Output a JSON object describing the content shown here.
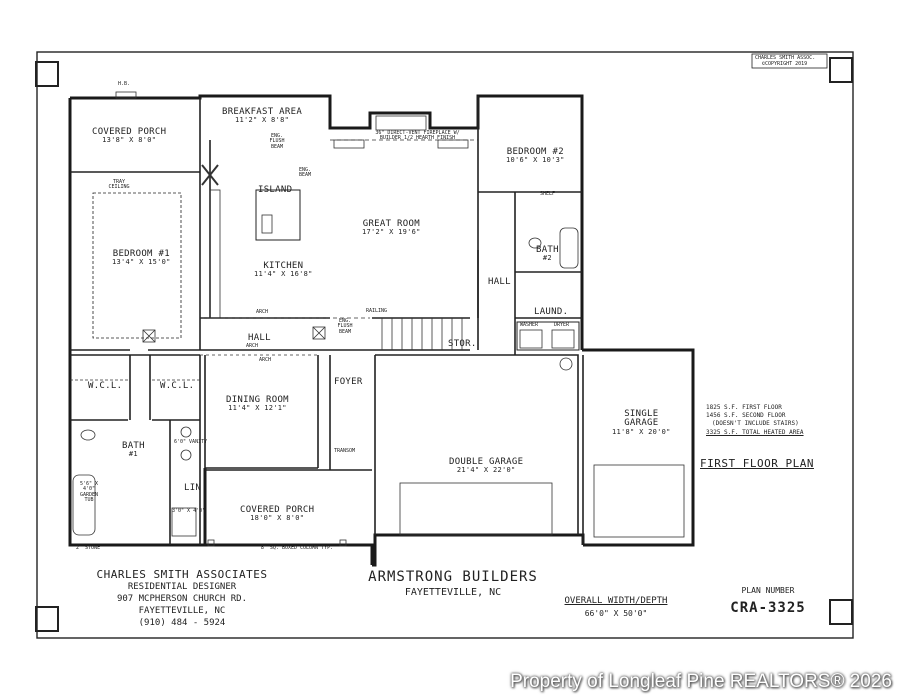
{
  "copyright": {
    "line1": "CHARLES SMITH ASSOC.",
    "line2": "©COPYRIGHT 2019"
  },
  "rooms": {
    "covered_porch_top": {
      "name": "COVERED PORCH",
      "dim": "13'8\" X 8'0\""
    },
    "breakfast": {
      "name": "BREAKFAST AREA",
      "dim": "11'2\" X 8'8\""
    },
    "bedroom1": {
      "name": "BEDROOM #1",
      "dim": "13'4\" X 15'0\""
    },
    "tray_ceiling": "TRAY CEILING",
    "island": "ISLAND",
    "kitchen": {
      "name": "KITCHEN",
      "dim": "11'4\" X 16'8\""
    },
    "great_room": {
      "name": "GREAT ROOM",
      "dim": "17'2\" X 19'6\""
    },
    "bedroom2": {
      "name": "BEDROOM #2",
      "dim": "10'6\" X 10'3\""
    },
    "bath2": {
      "name": "BATH",
      "num": "#2"
    },
    "hall_right": "HALL",
    "laund": "LAUND.",
    "stor": "STOR.",
    "hall_center": "HALL",
    "foyer": "FOYER",
    "dining": {
      "name": "DINING ROOM",
      "dim": "11'4\" X 12'1\""
    },
    "wcl_left": "W.C.L.",
    "wcl_right": "W.C.L.",
    "bath1": {
      "name": "BATH",
      "num": "#1"
    },
    "lin": "LIN",
    "covered_porch_bottom": {
      "name": "COVERED PORCH",
      "dim": "18'0\" X 8'0\""
    },
    "double_garage": {
      "name": "DOUBLE GARAGE",
      "dim": "21'4\" X 22'0\""
    },
    "single_garage": {
      "name": "SINGLE",
      "name2": "GARAGE",
      "dim": "11'8\" X 20'0\""
    }
  },
  "notes": {
    "fireplace": "36\" DIRECT-VENT FIREPLACE W/ BUILDER 1/2 HEARTH FINISH",
    "eng_beam1": "ENG. FLUSH BEAM",
    "eng_beam2": "ENG. BEAM",
    "eng_beam3": "ENG. FLUSH BEAM",
    "railing": "RAILING",
    "arch1": "ARCH",
    "arch2": "ARCH",
    "arch3": "ARCH",
    "transom": "TRANSOM",
    "stone": "2' STONE",
    "column": "8\" SQ. BOXED COLUMN TYP.",
    "washer": "WASHER",
    "dryer": "DRYER",
    "shelf": "SHELF",
    "garden_tub": "5'6\" X 4'0\" GARDEN TUB",
    "shower": "3'0\" X 4'0\"",
    "vanity": "6'0\" VANITY",
    "hb": "H.B."
  },
  "areas": {
    "first": "1825 S.F. FIRST FLOOR",
    "second": "1456 S.F. SECOND FLOOR",
    "second_note": "(DOESN'T INCLUDE STAIRS)",
    "total": "3325 S.F. TOTAL HEATED AREA"
  },
  "plan_title": "FIRST FLOOR PLAN",
  "designer": {
    "name": "CHARLES SMITH ASSOCIATES",
    "role": "RESIDENTIAL DESIGNER",
    "address": "907 MCPHERSON CHURCH RD.",
    "city": "FAYETTEVILLE, NC",
    "phone": "(910) 484 - 5924"
  },
  "builder": {
    "name": "ARMSTRONG BUILDERS",
    "city": "FAYETTEVILLE, NC"
  },
  "overall": {
    "label": "OVERALL WIDTH/DEPTH",
    "value": "66'0\" X 50'0\""
  },
  "plan": {
    "label": "PLAN NUMBER",
    "number": "CRA-3325"
  },
  "watermark": "Property of Longleaf Pine REALTORS® 2026"
}
